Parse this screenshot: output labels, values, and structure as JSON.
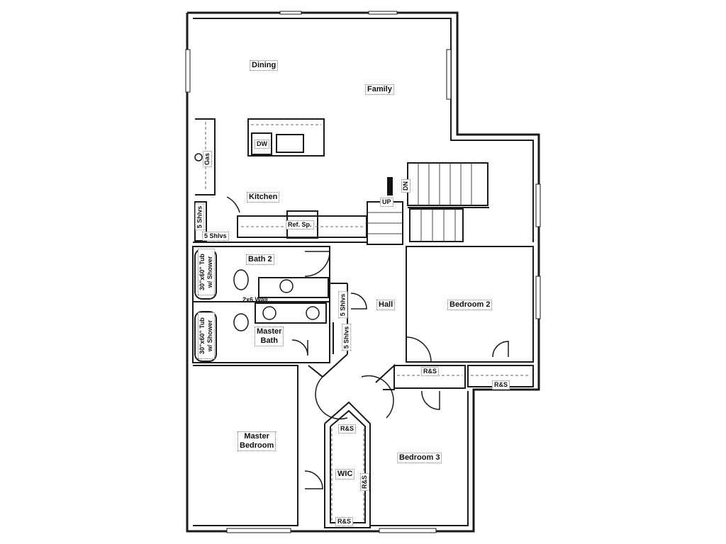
{
  "rooms": {
    "dining": "Dining",
    "family": "Family",
    "kitchen": "Kitchen",
    "bath2": "Bath 2",
    "hall": "Hall",
    "bedroom2": "Bedroom 2",
    "master_bath_1": "Master",
    "master_bath_2": "Bath",
    "master_bedroom_1": "Master",
    "master_bedroom_2": "Bedroom",
    "bedroom3": "Bedroom 3",
    "wic": "WIC"
  },
  "fixtures": {
    "dw": "DW",
    "gas": "Gas",
    "ref_sp": "Ref. Sp.",
    "shelves_vertical": "5 Shlvs",
    "shelves_horizontal": "5 Shlvs",
    "hall_shelves_1": "5 Shlvs",
    "hall_shelves_2": "5 Shlvs",
    "tub_line1": "30\"x60\" Tub",
    "tub_line2": "w/ Shower",
    "wall_note": "2x6 Wall",
    "stair_up": "UP",
    "stair_down": "DN",
    "rs_wic_top": "R&S",
    "rs_wic_side": "R&S",
    "rs_wic_bottom": "R&S",
    "rs_bed3": "R&S",
    "rs_bed2": "R&S"
  },
  "colors": {
    "wall": "#1a1a1a",
    "fixture": "#444444",
    "dashed": "#666666"
  }
}
